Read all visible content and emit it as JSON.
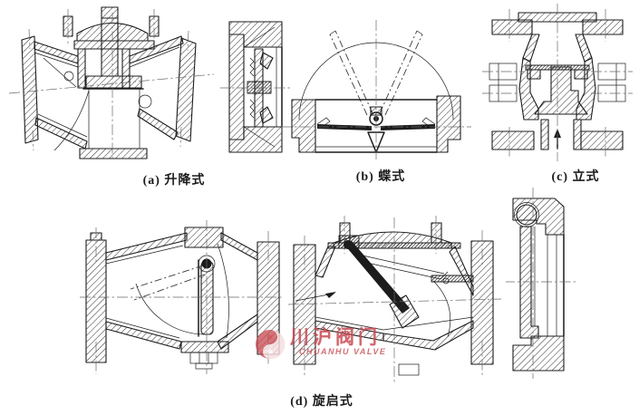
{
  "diagram": {
    "background": "#ffffff",
    "line_color": "#1c1c1c",
    "captions": [
      {
        "id": "a",
        "text": "(a) 升降式"
      },
      {
        "id": "b",
        "text": "(b) 蝶式"
      },
      {
        "id": "c",
        "text": "(c) 立式"
      },
      {
        "id": "d",
        "text": "(d) 旋启式"
      }
    ],
    "views": [
      {
        "key": "lift-check-valve-section",
        "caption_ref": "a"
      },
      {
        "key": "wafer-butterfly-check-side-view",
        "caption_ref": "b"
      },
      {
        "key": "dual-plate-butterfly-check-section",
        "caption_ref": "b"
      },
      {
        "key": "vertical-lift-check-section",
        "caption_ref": "c"
      },
      {
        "key": "swing-check-valve-section",
        "caption_ref": "d"
      },
      {
        "key": "swing-check-valve-bonnet-section",
        "caption_ref": "d"
      },
      {
        "key": "wafer-swing-check-side-view",
        "caption_ref": "d"
      }
    ],
    "watermark": {
      "cn": "川沪阀门",
      "en": "CHUANHU VALVE",
      "color": "#c84b52"
    }
  }
}
